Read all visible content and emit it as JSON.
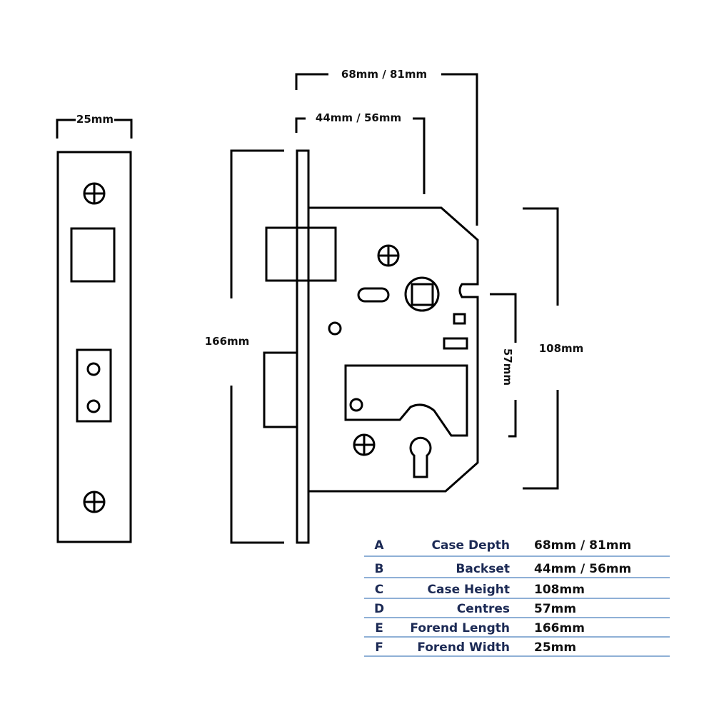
{
  "dimensions": {
    "forend_width": "25mm",
    "case_depth": "68mm / 81mm",
    "backset": "44mm / 56mm",
    "forend_length": "166mm",
    "centres": "57mm",
    "case_height": "108mm"
  },
  "spec_table": {
    "rows": [
      {
        "key": "A",
        "label": "Case Depth",
        "value": "68mm / 81mm"
      },
      {
        "key": "B",
        "label": "Backset",
        "value": "44mm / 56mm"
      },
      {
        "key": "C",
        "label": "Case Height",
        "value": "108mm"
      },
      {
        "key": "D",
        "label": "Centres",
        "value": "57mm"
      },
      {
        "key": "E",
        "label": "Forend Length",
        "value": "166mm"
      },
      {
        "key": "F",
        "label": "Forend Width",
        "value": "25mm"
      }
    ]
  },
  "colors": {
    "line": "#000000",
    "table_text": "#1c2a55",
    "table_rule": "#8fb0d6"
  }
}
